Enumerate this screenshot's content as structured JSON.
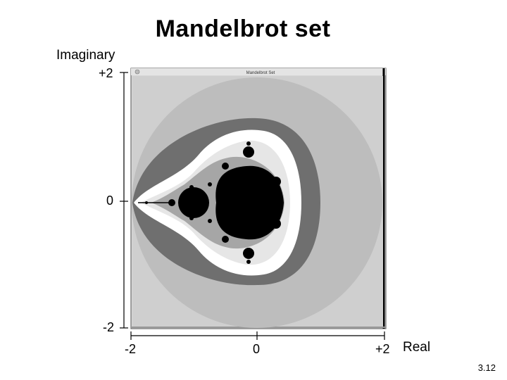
{
  "slide": {
    "title": "Mandelbrot set",
    "page_number": "3.12"
  },
  "axes": {
    "y_label": "Imaginary",
    "x_label": "Real",
    "y_ticks": [
      "+2",
      "0",
      "-2"
    ],
    "x_ticks": [
      "-2",
      "0",
      "+2"
    ]
  },
  "window": {
    "title": "Mandelbrot Set"
  },
  "colors": {
    "background": "#cfcfcf",
    "band_light": "#bdbdbd",
    "band_dark": "#6e6e6e",
    "band_white": "#ffffff",
    "band_pale": "#e6e6e6",
    "band_mid": "#a9a9a9",
    "set": "#000000"
  }
}
